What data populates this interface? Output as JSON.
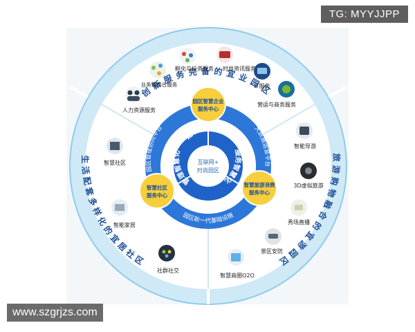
{
  "watermarks": {
    "top": "TG: MYYJJPP",
    "bottom": "www.szgrjzs.com"
  },
  "colors": {
    "outer_ring": "#cfe9f6",
    "outer_ring_edge": "#8fcbeb",
    "middle_band": "#2d77d9",
    "core_band": "#1f63c8",
    "center_text": "#2b6bb5",
    "node_fill": "#f7cf3c",
    "node_text": "#1f4f96",
    "label_text": "#222222"
  },
  "outer_ring_texts": {
    "top": "创新服务完备的宜业园区",
    "right": "旅游购物融合的宜游园区",
    "left": "生活配套多样化的宜居社区"
  },
  "middle_ring_texts": {
    "left": "园区管理协同平台",
    "right": "大数据运营平台",
    "bottom": "园区新一代基础设施"
  },
  "core": {
    "top": "建筑智能化",
    "right": "服务智慧化",
    "left": "管理智慧化",
    "center_line1": "互联网+",
    "center_line2": "时尚园区"
  },
  "nodes": {
    "top": {
      "line1": "园区智慧企业",
      "line2": "服务中心"
    },
    "left": {
      "line1": "智慧社区",
      "line2": "服务中心"
    },
    "right": {
      "line1": "智慧旅游消费",
      "line2": "服务中心"
    }
  },
  "services": {
    "top": [
      {
        "label": "人力资源服务",
        "icon": "business-team-icon"
      },
      {
        "label": "业务链整合服务",
        "icon": "handshake-icon"
      },
      {
        "label": "孵化与投资服务",
        "icon": "incubation-icon"
      },
      {
        "label": "时尚资讯服务",
        "icon": "fashion-news-icon"
      },
      {
        "label": "IT服务",
        "icon": "it-service-icon"
      },
      {
        "label": "营运与商务服务",
        "icon": "commerce-service-icon"
      }
    ],
    "left": [
      {
        "label": "智慧社区",
        "icon": "smart-community-icon"
      },
      {
        "label": "智能家居",
        "icon": "smart-home-icon"
      },
      {
        "label": "社群社交",
        "icon": "social-network-icon"
      }
    ],
    "right": [
      {
        "label": "智能导游",
        "icon": "smart-guide-icon"
      },
      {
        "label": "3D虚拟旅游",
        "icon": "virtual-tour-icon"
      },
      {
        "label": "秀场直播",
        "icon": "live-show-icon"
      },
      {
        "label": "景区安防",
        "icon": "security-camera-icon"
      },
      {
        "label": "智慧商圈O2O",
        "icon": "o2o-mall-icon"
      }
    ]
  }
}
